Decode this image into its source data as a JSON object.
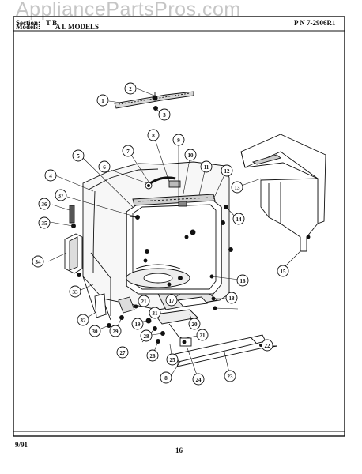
{
  "watermark": "AppliancePartsPros.com",
  "header": {
    "section_label": "Section:",
    "section_value": "T B",
    "models_label": "Models:",
    "models_value": "A L MODELS",
    "part_number": "P N 7-2906R1"
  },
  "footer": {
    "date": "9/91",
    "page": "16"
  },
  "callouts": [
    "1",
    "2",
    "3",
    "4",
    "5",
    "6",
    "7",
    "8",
    "9",
    "10",
    "11",
    "12",
    "13",
    "14",
    "15",
    "16",
    "17",
    "18",
    "19",
    "20",
    "21",
    "22",
    "23",
    "24",
    "25",
    "26",
    "27",
    "28",
    "29",
    "30",
    "31",
    "32",
    "33",
    "34",
    "35",
    "36",
    "37"
  ],
  "colors": {
    "line": "#111111",
    "paper": "#ffffff"
  }
}
